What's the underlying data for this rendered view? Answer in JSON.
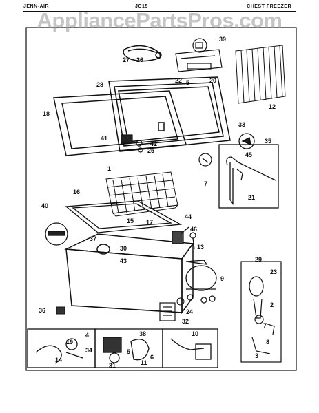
{
  "header": {
    "left": "JENN-AIR",
    "middle": "JC15",
    "right": "CHEST FREEZER"
  },
  "watermark": "AppliancePartsPros.com",
  "callouts": [
    "1",
    "2",
    "3",
    "4",
    "5",
    "6",
    "7",
    "8",
    "9",
    "10",
    "11",
    "12",
    "13",
    "14",
    "15",
    "16",
    "17",
    "18",
    "19",
    "20",
    "21",
    "22",
    "23",
    "24",
    "25",
    "26",
    "27",
    "28",
    "29",
    "30",
    "31",
    "32",
    "33",
    "34",
    "35",
    "36",
    "37",
    "38",
    "39",
    "40",
    "41",
    "42",
    "43",
    "44",
    "45",
    "46"
  ]
}
